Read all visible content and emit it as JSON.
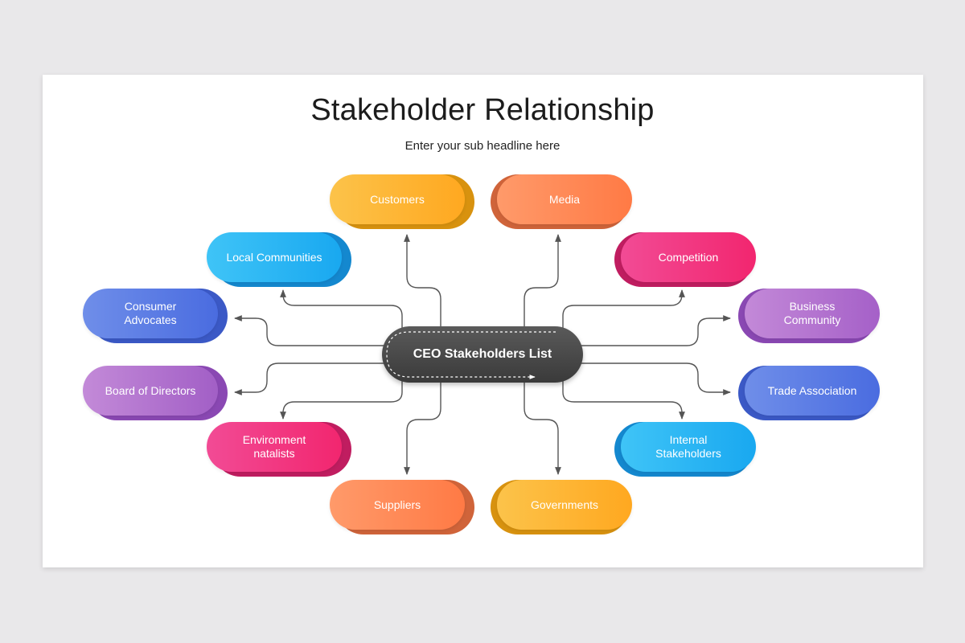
{
  "title": "Stakeholder Relationship",
  "subtitle": "Enter your sub headline here",
  "center": {
    "label": "CEO Stakeholders List"
  },
  "nodes": {
    "customers": "Customers",
    "media": "Media",
    "local_communities": "Local Communities",
    "competition": "Competition",
    "consumer_advocates": "Consumer\nAdvocates",
    "business_community": "Business\nCommunity",
    "board_of_directors": "Board of Directors",
    "trade_association": "Trade Association",
    "environment_natalists": "Environment\nnatalists",
    "internal_stakeholders": "Internal\nStakeholders",
    "suppliers": "Suppliers",
    "governments": "Governments"
  },
  "colors": {
    "orange_yellow": "#fbb12f",
    "orange": "#ff7a4a",
    "blue": "#1fa8f0",
    "pink": "#f2307d",
    "indigo": "#4d6fe0",
    "purple": "#a15cc9",
    "center_dark": "#4a4a4a",
    "line": "#555555"
  }
}
